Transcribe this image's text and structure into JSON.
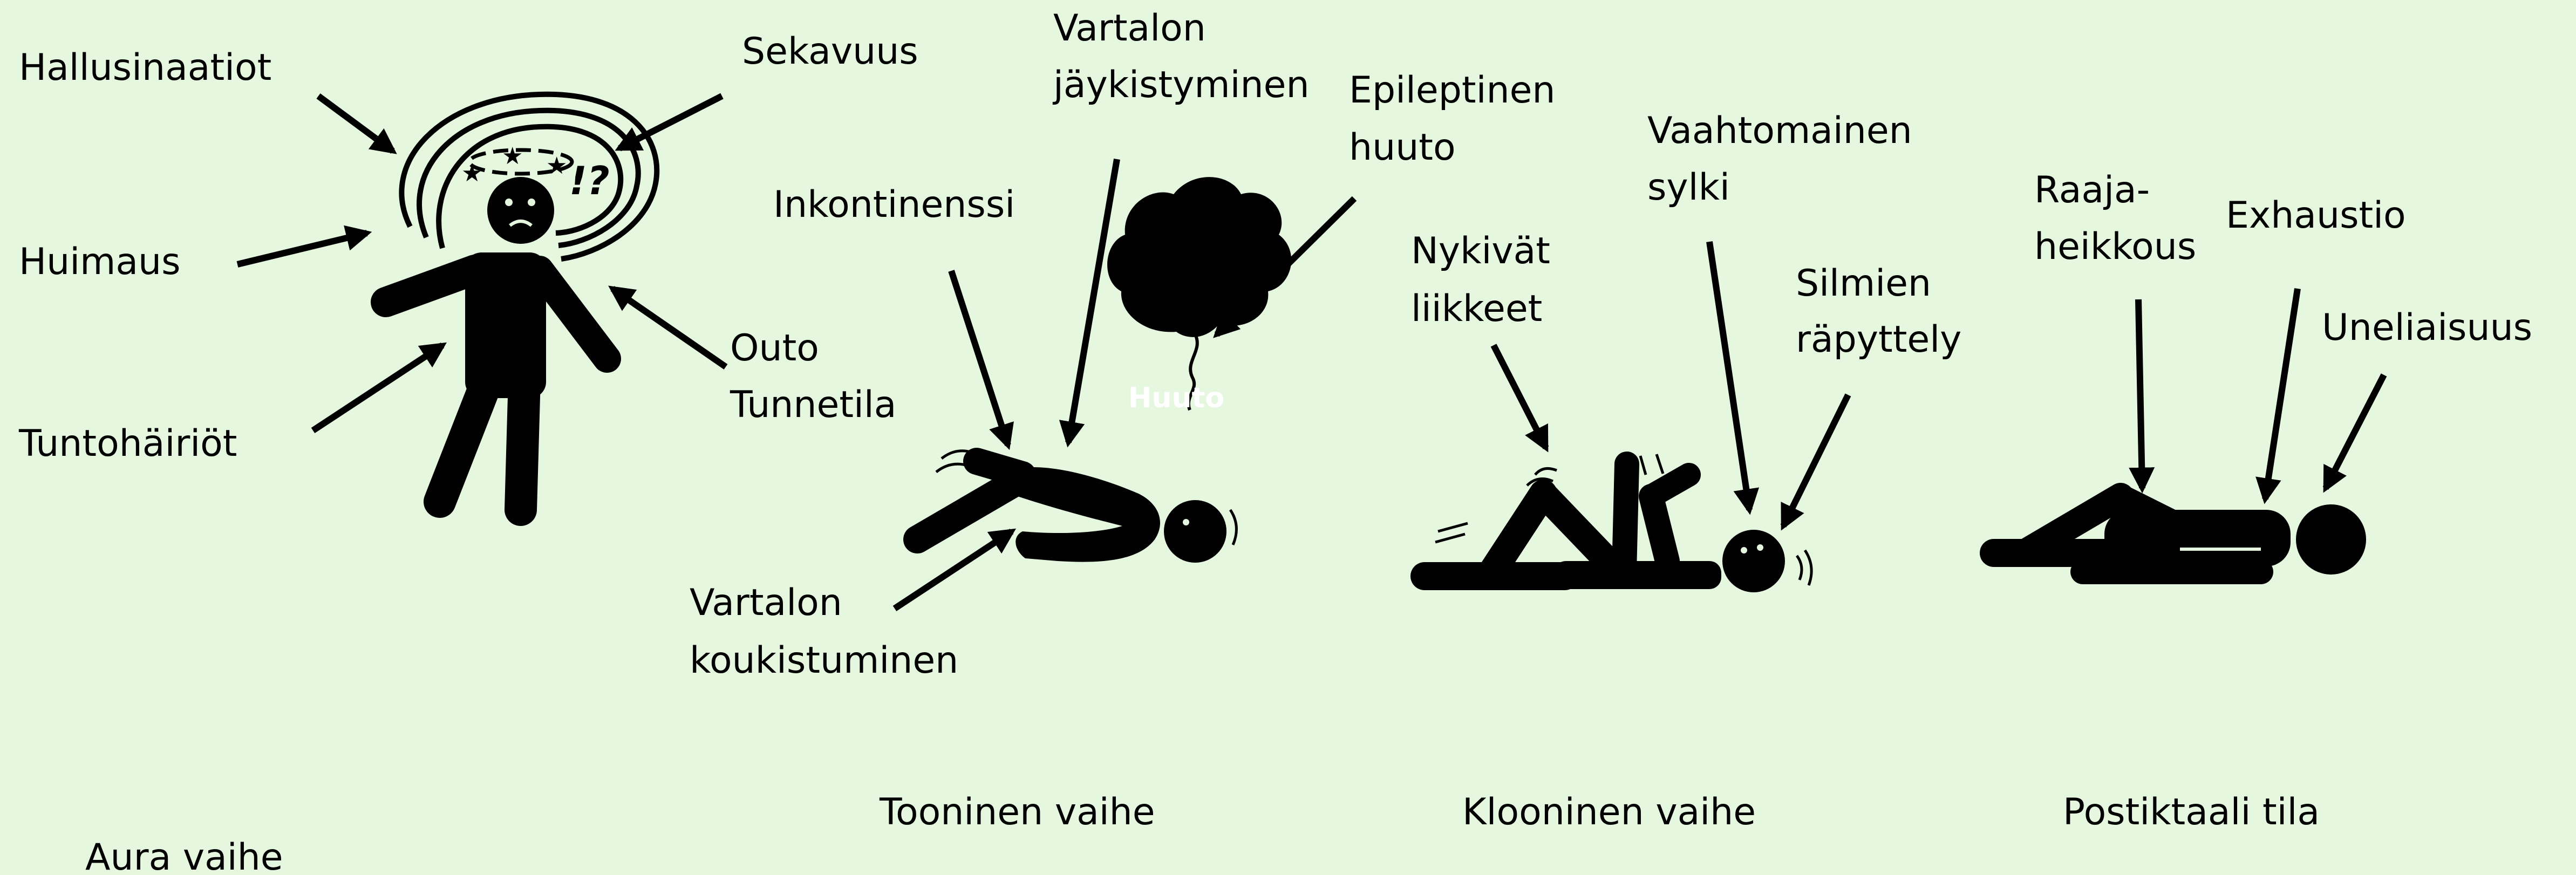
{
  "colors": {
    "background": "#e6f7e0",
    "ink": "#000000",
    "label": "#000000"
  },
  "aura": {
    "phase_title": "Aura vaihe",
    "labels": {
      "hallucinations": "Hallusinaatiot",
      "confusion": "Sekavuus",
      "dizziness": "Huimaus",
      "odd_feeling": [
        "Outo",
        "Tunnetila"
      ],
      "sensory": "Tuntohäiriöt"
    },
    "head_symbol": "!?"
  },
  "tonic": {
    "phase_title": "Tooninen vaihe",
    "labels": {
      "stiffening": [
        "Vartalon",
        "jäykistyminen"
      ],
      "scream": [
        "Epileptinen",
        "huuto"
      ],
      "incontinence": "Inkontinenssi",
      "arching": [
        "Vartalon",
        "koukistuminen"
      ]
    },
    "bubble_text": "Huuto"
  },
  "clonic": {
    "phase_title": "Klooninen vaihe",
    "labels": {
      "jerking": [
        "Nykivät",
        "liikkeet"
      ],
      "foam": [
        "Vaahtomainen",
        "sylki"
      ],
      "blinking": [
        "Silmien",
        "räpyttely"
      ]
    }
  },
  "postictal": {
    "phase_title": "Postiktaali tila",
    "labels": {
      "limb_weakness": [
        "Raaja-",
        "heikkous"
      ],
      "exhaustion": "Exhaustio",
      "drowsiness": "Uneliaisuus"
    }
  }
}
